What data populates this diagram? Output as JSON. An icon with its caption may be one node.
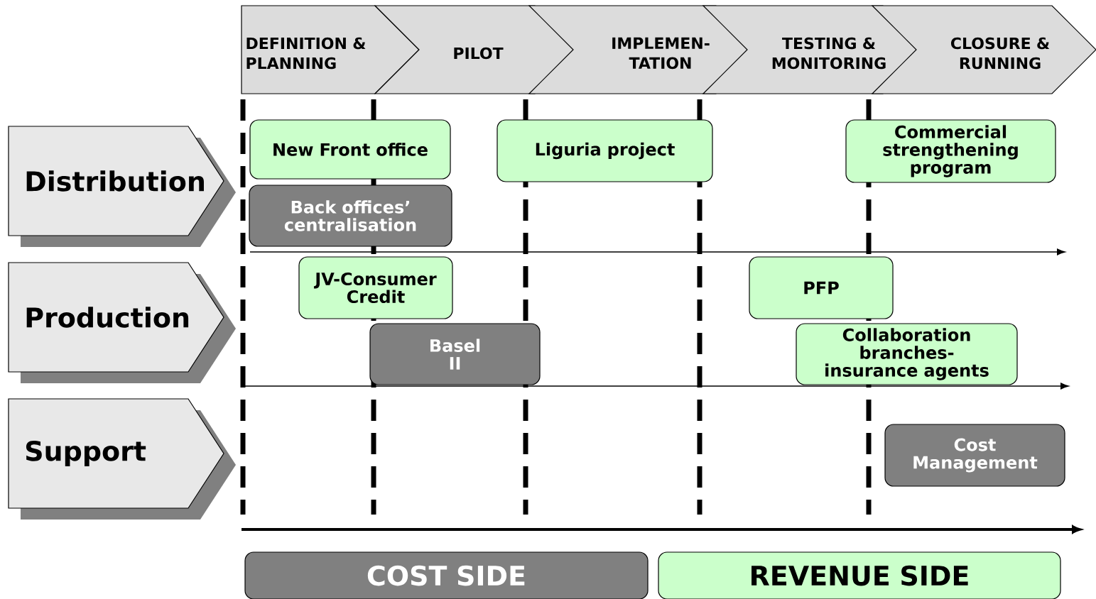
{
  "diagram": {
    "nodes": [
      {
        "text": [
          "DEFINITION & PLANNING"
        ]
      },
      {
        "text": [
          "PILOT"
        ]
      },
      {
        "text": [
          "IMPLEMEN- TATION"
        ]
      },
      {
        "text": [
          "TESTING & MONITORING"
        ]
      },
      {
        "text": [
          "CLOSURE & RUNNING"
        ]
      },
      {
        "text": [
          "Distribution"
        ]
      },
      {
        "text": [
          "New Front office"
        ]
      },
      {
        "text": [
          "Liguria project"
        ]
      },
      {
        "text": [
          "Commercial strengthening program"
        ]
      },
      {
        "text": [
          "Back offices’ centralisation"
        ]
      },
      {
        "text": [
          "Production"
        ]
      },
      {
        "text": [
          "JV-Consumer Credit"
        ]
      },
      {
        "text": [
          "PFP"
        ]
      },
      {
        "text": [
          "Basel II"
        ]
      },
      {
        "text": [
          "Collaboration branches- insurance agents"
        ]
      },
      {
        "text": [
          "Support"
        ]
      },
      {
        "text": [
          "Cost Management"
        ]
      },
      {
        "text": [
          "COST SIDE"
        ]
      },
      {
        "text": [
          "REVENUE SIDE"
        ]
      }
    ]
  }
}
